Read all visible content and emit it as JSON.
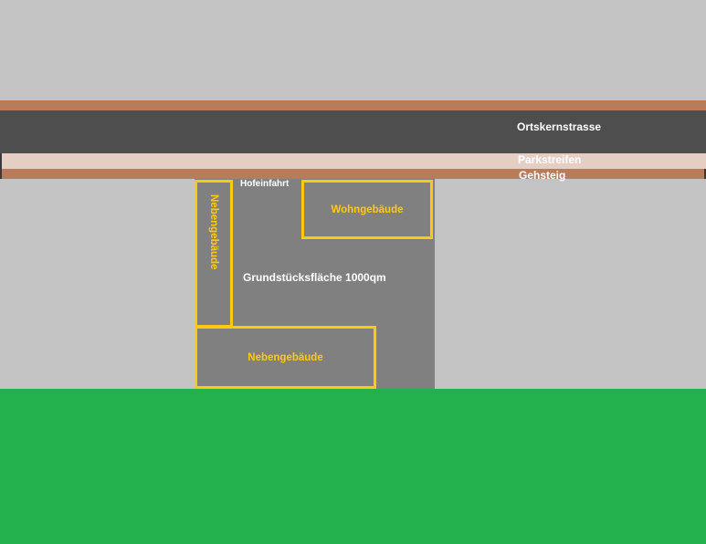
{
  "labels": {
    "street": "Ortskernstrasse",
    "parking": "Parkstreifen",
    "sidewalk": "Gehsteig",
    "driveway": "Hofeinfahrt",
    "lot_area": "Grundstücksfläche 1000qm",
    "residential_building": "Wohngebäude",
    "outbuilding_vertical": "Nebengebäude",
    "outbuilding_horizontal": "Nebengebäude"
  },
  "colors": {
    "ground": "#c3c3c3",
    "road": "#4e4e4e",
    "curb": "#b87c5b",
    "parking": "#e5cfc4",
    "lot": "#808080",
    "building_outline": "#ffc90e",
    "grass": "#22b14c",
    "label_white": "#ffffff"
  }
}
